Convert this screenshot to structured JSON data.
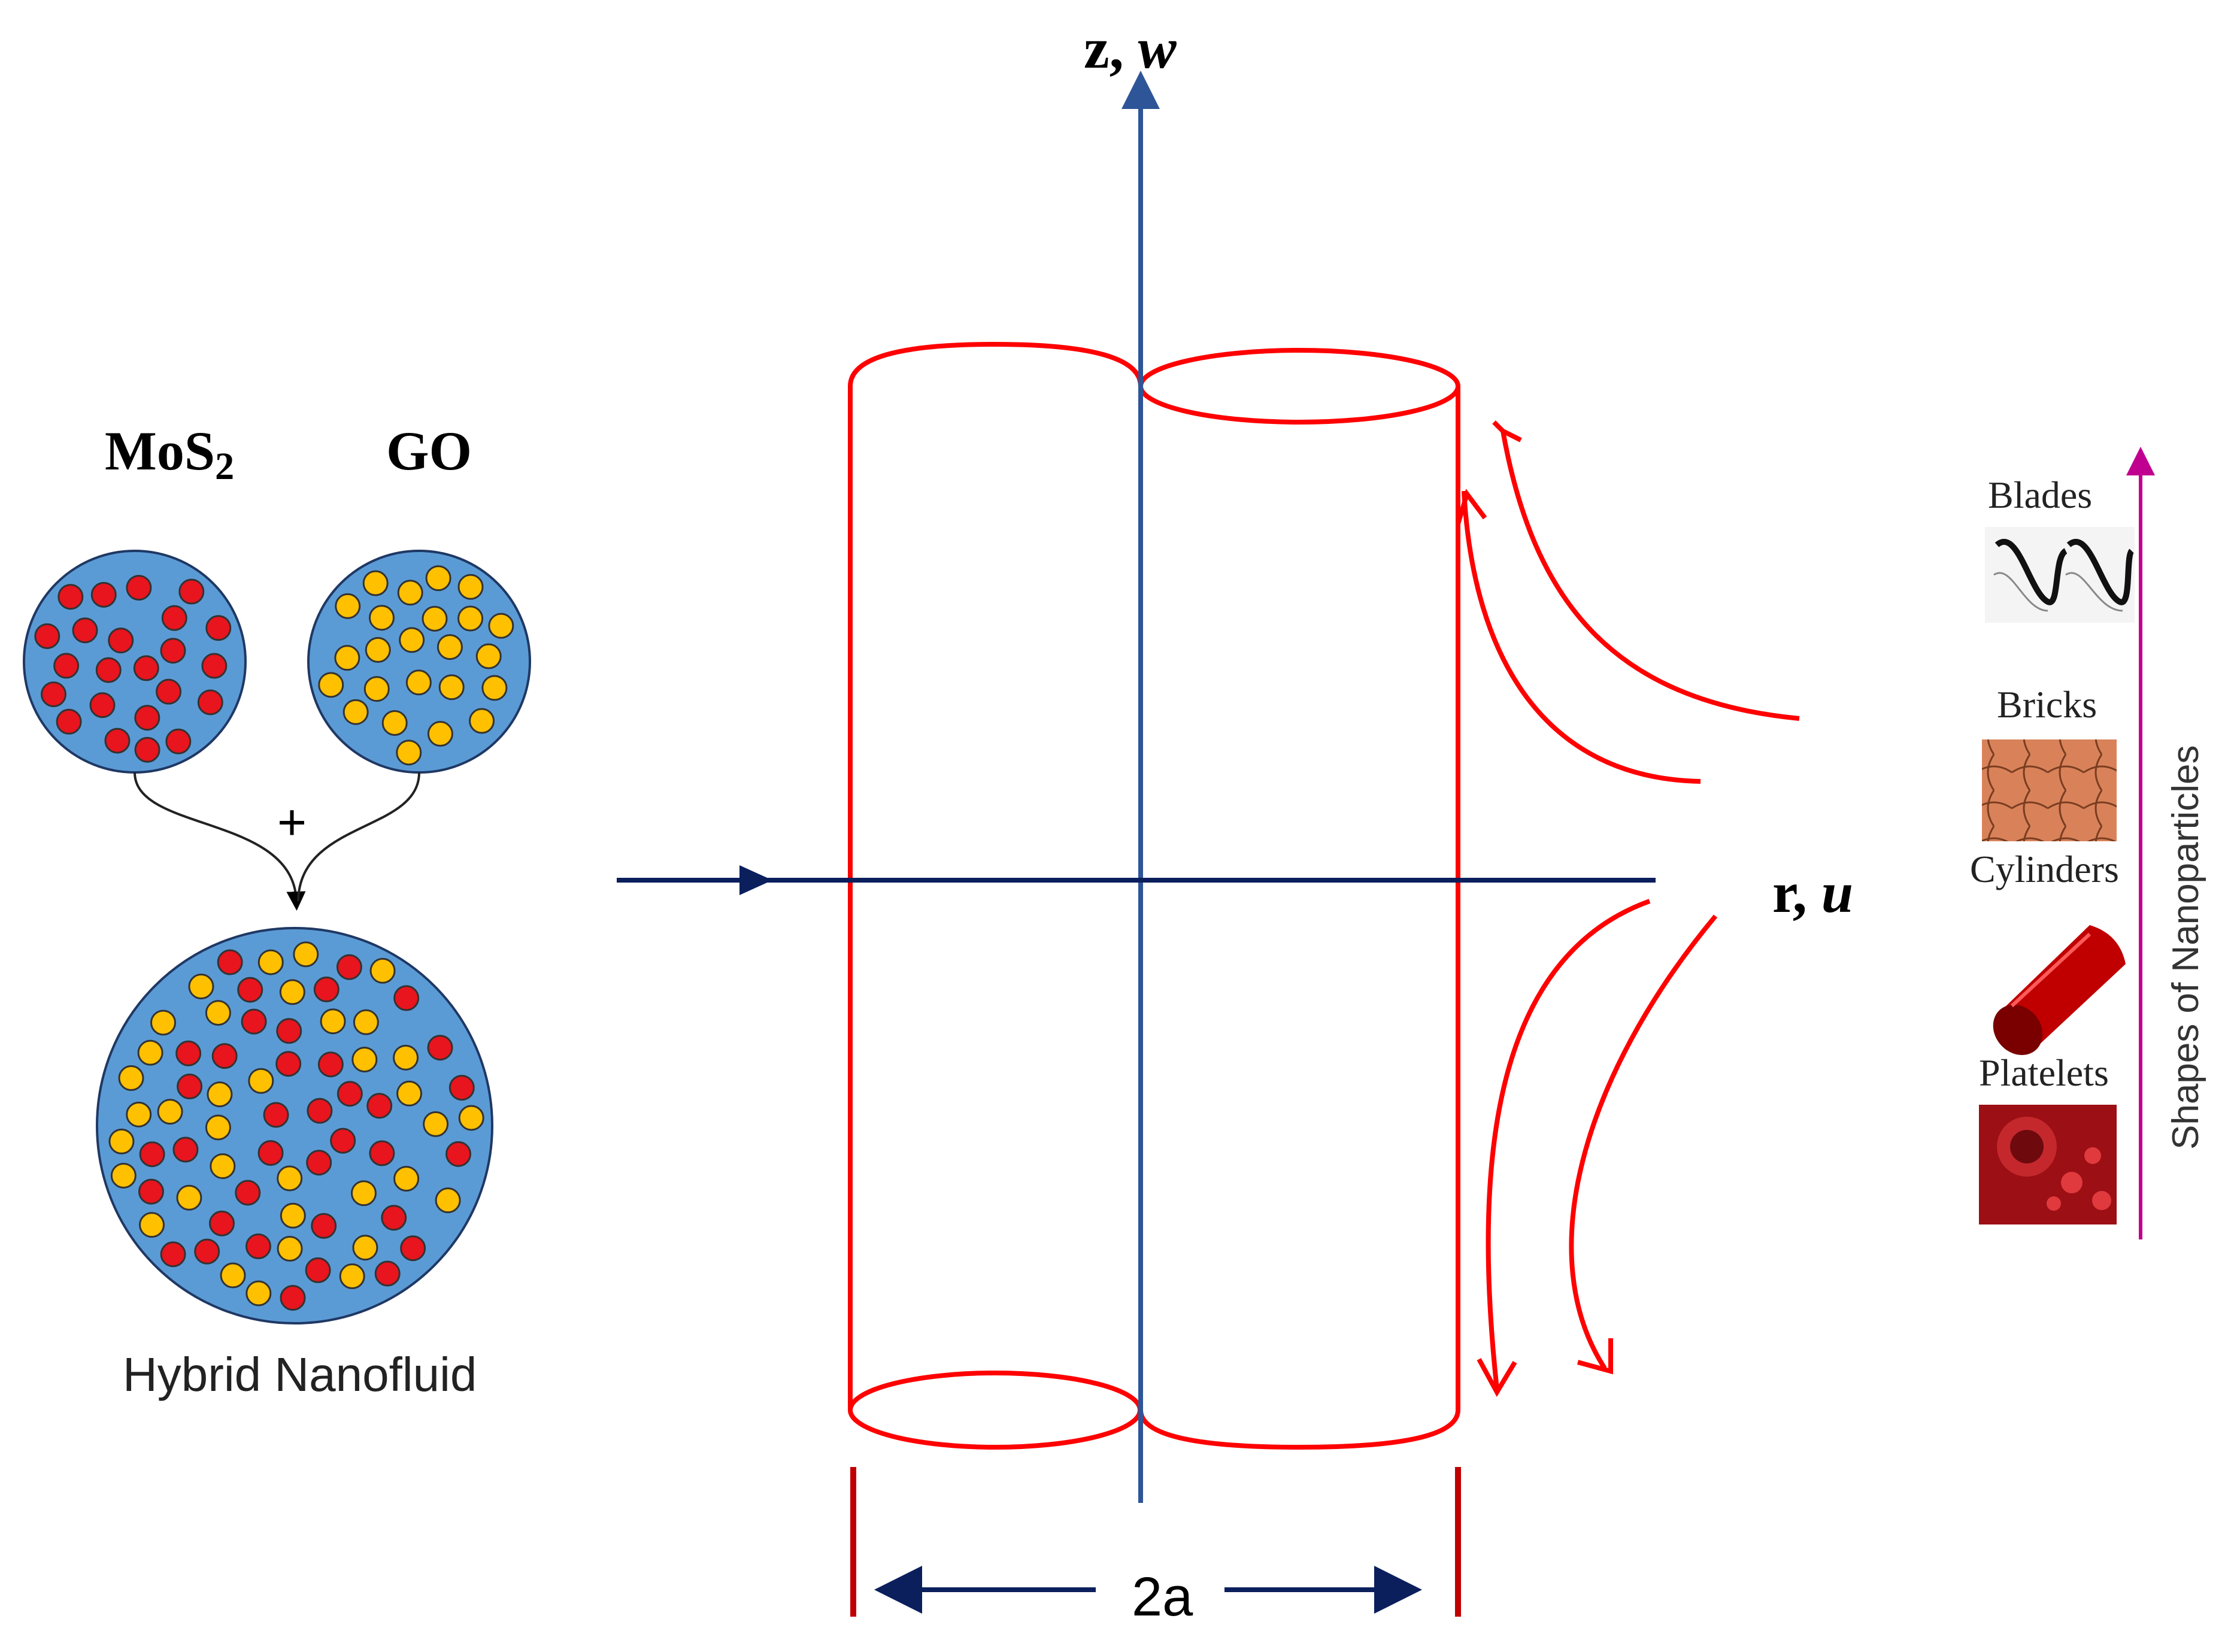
{
  "left_panel": {
    "mos2_label_main": "MoS",
    "mos2_label_sub": "2",
    "go_label": "GO",
    "plus_label": "+",
    "hybrid_label": "Hybrid Nanofluid",
    "colors": {
      "fluid": "#5b9bd5",
      "mos2_particle": "#e8141e",
      "go_particle": "#ffc000"
    }
  },
  "axes": {
    "z_label_main": "z, ",
    "z_label_var": "w",
    "r_label_main": "r, ",
    "r_label_var": "u",
    "colors": {
      "z_axis": "#2e5597",
      "r_axis": "#0b1f5c",
      "cylinder": "#ff0000",
      "marker": "#c00000"
    }
  },
  "dimension": {
    "label": "2a"
  },
  "shapes_panel": {
    "axis_label": "Shapes of Nanoparticles",
    "items": [
      {
        "label": "Blades",
        "icon": "blades-icon"
      },
      {
        "label": "Bricks",
        "icon": "bricks-icon"
      },
      {
        "label": "Cylinders",
        "icon": "cylinder-icon"
      },
      {
        "label": "Platelets",
        "icon": "platelets-icon"
      }
    ],
    "colors": {
      "arrow": "#c0008f"
    }
  }
}
